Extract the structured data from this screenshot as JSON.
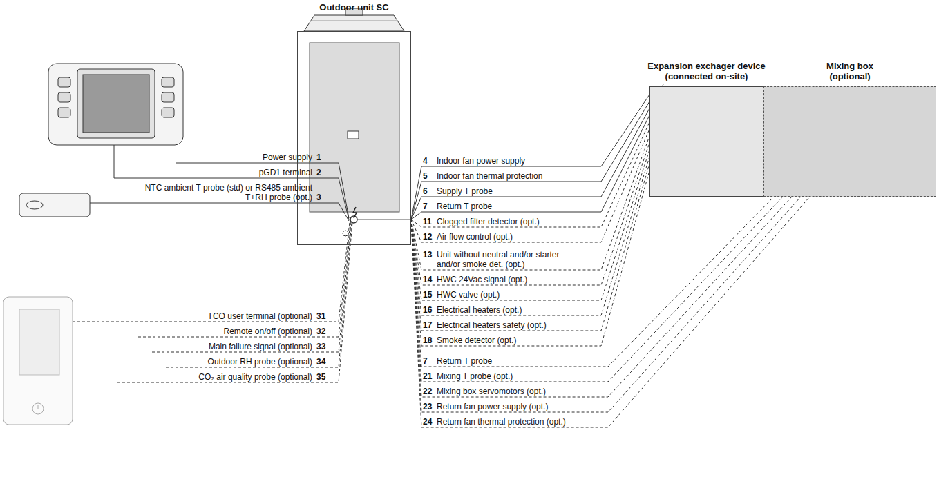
{
  "diagram": {
    "nodes": [
      {
        "text": [
          "Outdoor unit SC"
        ]
      },
      {
        "text": [
          "Expansion exchager device (connected on-site)"
        ]
      },
      {
        "text": [
          "Mixing box (optional)"
        ]
      }
    ],
    "edges": [
      {
        "from": 0,
        "to": 1,
        "arrow": "none",
        "label": "Indoor fan power supply"
      },
      {
        "from": 0,
        "to": 1,
        "arrow": "none",
        "label": "Indoor fan thermal protection"
      },
      {
        "from": 0,
        "to": 1,
        "arrow": "none",
        "label": "Supply T probe"
      },
      {
        "from": 0,
        "to": 1,
        "arrow": "none",
        "label": "Return T probe"
      },
      {
        "from": 0,
        "to": 1,
        "arrow": "none",
        "label": "Clogged filter detector (opt.)"
      },
      {
        "from": 0,
        "to": 1,
        "arrow": "none",
        "label": "Air flow control (opt.)"
      },
      {
        "from": 0,
        "to": 1,
        "arrow": "none",
        "label": "Unit without neutral and/or starter and/or smoke det. (opt.)"
      },
      {
        "from": 0,
        "to": 1,
        "arrow": "none",
        "label": "HWC 24Vac signal (opt.)"
      },
      {
        "from": 0,
        "to": 1,
        "arrow": "none",
        "label": "HWC valve (opt.)"
      },
      {
        "from": 0,
        "to": 1,
        "arrow": "none",
        "label": "Electrical heaters (opt.)"
      },
      {
        "from": 0,
        "to": 1,
        "arrow": "none",
        "label": "Electrical heaters safety (opt.)"
      },
      {
        "from": 0,
        "to": 1,
        "arrow": "none",
        "label": "Smoke detector (opt.)"
      },
      {
        "from": 0,
        "to": 2,
        "arrow": "none",
        "label": "Return T probe"
      },
      {
        "from": 0,
        "to": 2,
        "arrow": "none",
        "label": "Mixing T probe (opt.)"
      },
      {
        "from": 0,
        "to": 2,
        "arrow": "none",
        "label": "Mixing box servomotors (opt.)"
      },
      {
        "from": 0,
        "to": 2,
        "arrow": "none",
        "label": "Return fan power supply (opt.)"
      },
      {
        "from": 0,
        "to": 2,
        "arrow": "none",
        "label": "Return fan thermal protection (opt.)"
      }
    ],
    "labels": [
      "1",
      "Power supply",
      "2",
      "pGD1 terminal",
      "3",
      "NTC ambient T probe (std) or RS485 ambient T+RH probe (opt.)",
      "31",
      "TCO user terminal (optional)",
      "32",
      "Remote on/off (optional)",
      "33",
      "Main failure signal (optional)",
      "34",
      "Outdoor RH probe (optional)",
      "35",
      "CO₂ air quality probe (optional)",
      "4",
      "5",
      "6",
      "7",
      "11",
      "12",
      "13",
      "14",
      "15",
      "16",
      "17",
      "18",
      "7",
      "21",
      "22",
      "23",
      "24"
    ]
  }
}
